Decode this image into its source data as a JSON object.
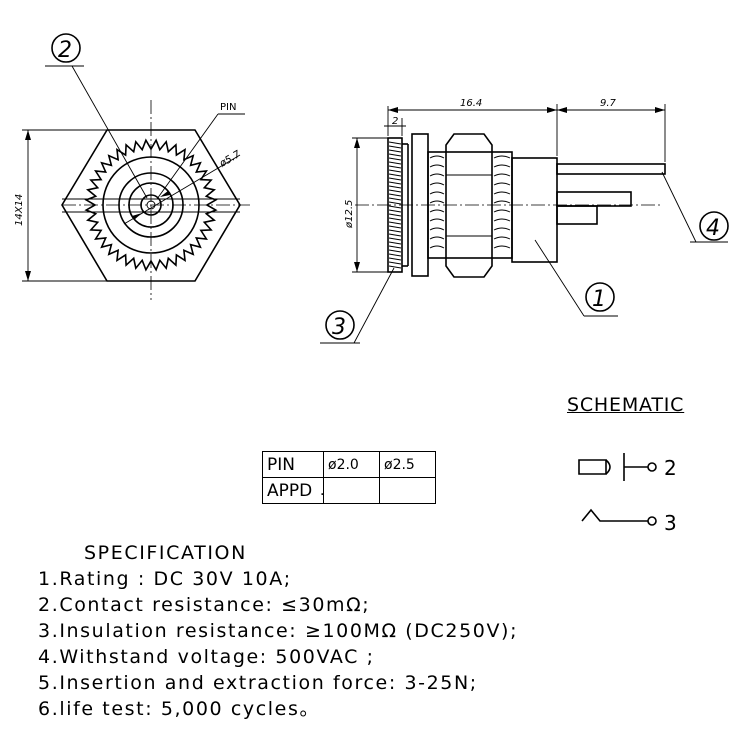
{
  "callouts": [
    "2",
    "1",
    "3",
    "4"
  ],
  "front_view": {
    "pin_label": "PIN",
    "hole_dim": "ø5.7",
    "size_dim": "14X14"
  },
  "side_view": {
    "length_dim": "16.4",
    "lead_dim": "9.7",
    "flange_dim": "2",
    "diameter_dim": "ø12.5"
  },
  "schematic": {
    "title": "SCHEMATIC",
    "pin2": "2",
    "pin3": "3"
  },
  "pin_table": {
    "headers": [
      "PIN",
      "ø2.0",
      "ø2.5"
    ],
    "row_label": "APPD",
    "mark": "."
  },
  "specification": {
    "title": "SPECIFICATION",
    "items": [
      "1.Rating  : DC 30V 10A;",
      "2.Contact resistance: ≤30mΩ;",
      "3.Insulation resistance: ≥100MΩ (DC250V);",
      "4.Withstand voltage: 500VAC  ;",
      "5.Insertion and extraction force: 3-25N;",
      "6.life test: 5,000 cycles。"
    ]
  }
}
